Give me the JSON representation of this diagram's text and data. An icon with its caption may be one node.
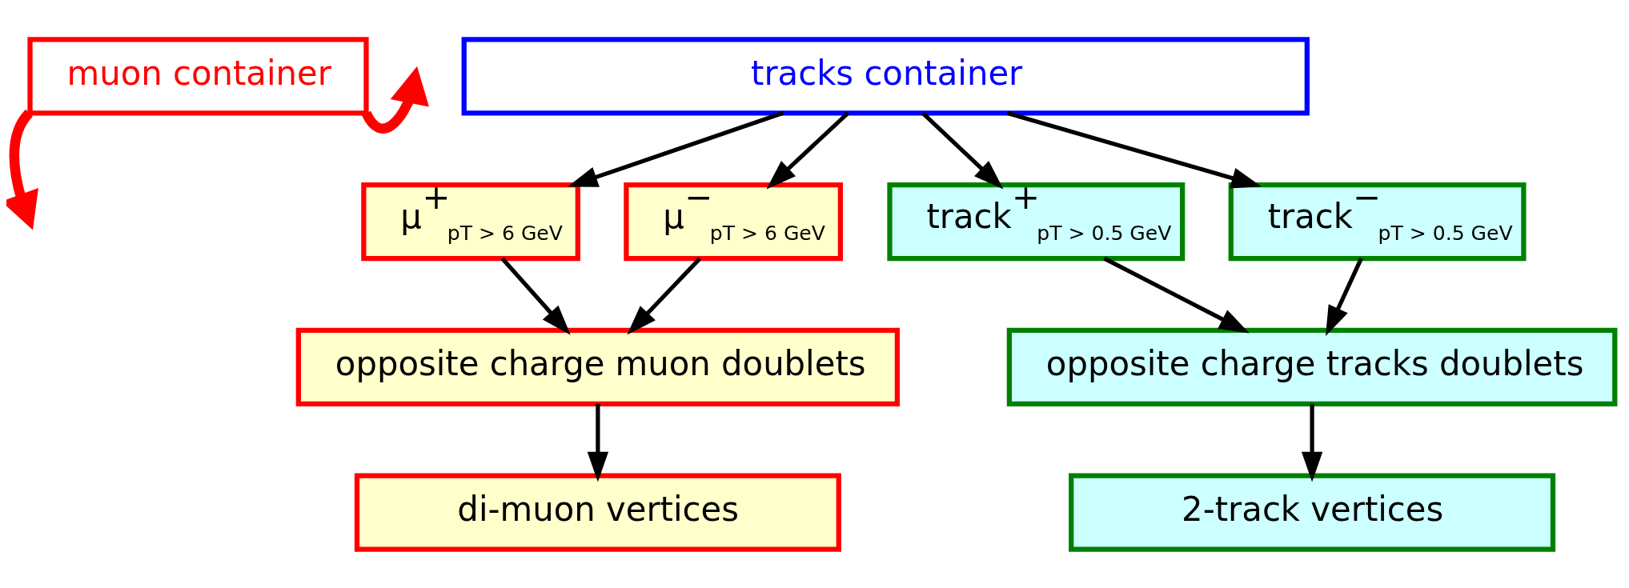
{
  "diagram": {
    "nodes": [
      {
        "text": [
          "muon container"
        ]
      },
      {
        "text": [
          "tracks container"
        ]
      },
      {
        "text": [
          "μ$^{+}$$_{pT > 6 GeV}$"
        ]
      },
      {
        "text": [
          "μ$^{−}$$_{pT > 6 GeV}$"
        ]
      },
      {
        "text": [
          "track$^{+}$$_{pT > 0.5 GeV}$"
        ]
      },
      {
        "text": [
          "track$^{−}$$_{pT > 0.5 GeV}$"
        ]
      },
      {
        "text": [
          "opposite charge muon doublets"
        ]
      },
      {
        "text": [
          "opposite charge tracks doublets"
        ]
      },
      {
        "text": [
          "di-muon vertices"
        ]
      },
      {
        "text": [
          "2-track vertices"
        ]
      }
    ],
    "edges": [
      {
        "from": 0,
        "to": null,
        "arrow": "to",
        "style": "thick",
        "color": "#ff0000"
      },
      {
        "from": 0,
        "to": null,
        "arrow": "to",
        "style": "thick",
        "color": "#ff0000"
      },
      {
        "from": 1,
        "to": 2,
        "arrow": "to"
      },
      {
        "from": 1,
        "to": 3,
        "arrow": "to"
      },
      {
        "from": 1,
        "to": 4,
        "arrow": "to"
      },
      {
        "from": 1,
        "to": 5,
        "arrow": "to"
      },
      {
        "from": 2,
        "to": 6,
        "arrow": "to"
      },
      {
        "from": 3,
        "to": 6,
        "arrow": "to"
      },
      {
        "from": 4,
        "to": 7,
        "arrow": "to"
      },
      {
        "from": 5,
        "to": 7,
        "arrow": "to"
      },
      {
        "from": 6,
        "to": 8,
        "arrow": "to"
      },
      {
        "from": 7,
        "to": 9,
        "arrow": "to"
      }
    ]
  }
}
